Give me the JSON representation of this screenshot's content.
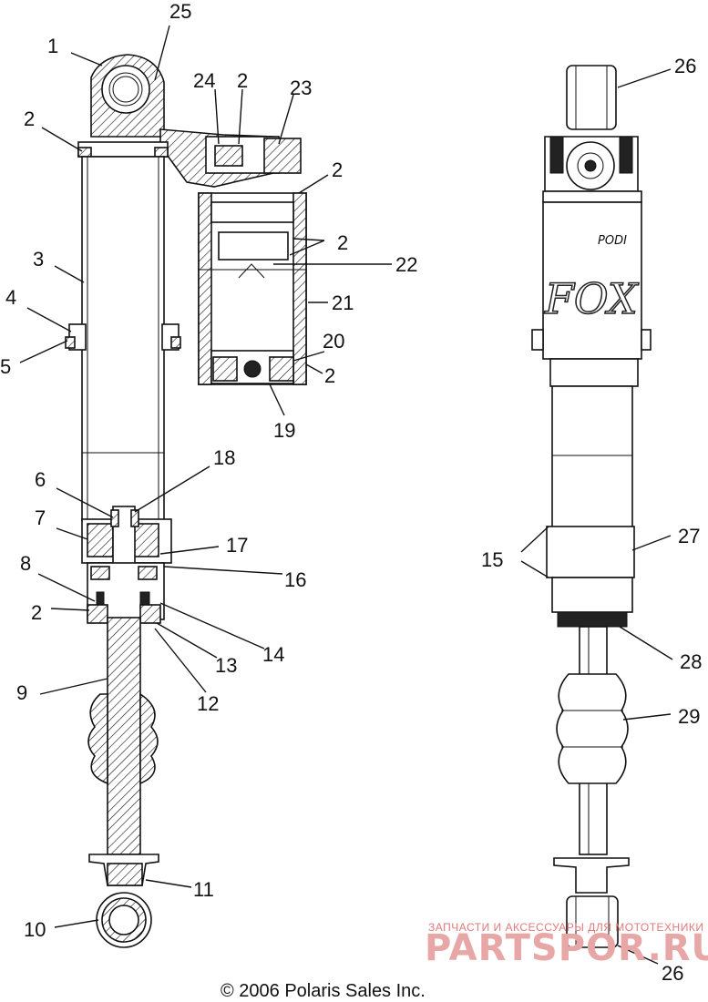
{
  "callouts": {
    "c1": "1",
    "c2a": "2",
    "c2b": "2",
    "c2c": "2",
    "c2d": "2",
    "c2e": "2",
    "c2f": "2",
    "c3": "3",
    "c4": "4",
    "c5": "5",
    "c6": "6",
    "c7": "7",
    "c8": "8",
    "c9": "9",
    "c10": "10",
    "c11": "11",
    "c12": "12",
    "c13": "13",
    "c14": "14",
    "c15": "15",
    "c16": "16",
    "c17": "17",
    "c18": "18",
    "c19": "19",
    "c20": "20",
    "c21": "21",
    "c22": "22",
    "c23": "23",
    "c24": "24",
    "c25": "25",
    "c26a": "26",
    "c26b": "26",
    "c27": "27",
    "c28": "28",
    "c29": "29"
  },
  "label_podi": "PODI",
  "label_fox": "FOX",
  "watermark": {
    "top_line": "ЗАПЧАСТИ И АКСЕССУАРЫ ДЛЯ МОТОТЕХНИКИ",
    "brand": "PARTSPOR.RU"
  },
  "copyright": "© 2006 Polaris Sales Inc."
}
